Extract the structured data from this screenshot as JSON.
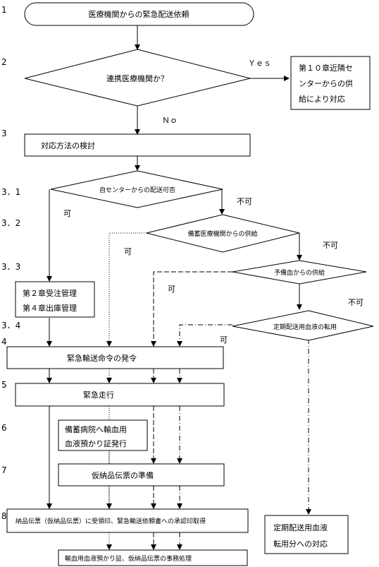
{
  "steps": [
    "1",
    "2",
    "3",
    "3．1",
    "3．2",
    "3．3",
    "3．4",
    "4",
    "5",
    "6",
    "7",
    "8"
  ],
  "nodes": {
    "start": "医療機関からの緊急配送依頼",
    "q_partner": "連携医療機関か？",
    "ch10": [
      "第１０章近隣セ",
      "ンターからの供",
      "給により対応"
    ],
    "study": "対応方法の検討",
    "q_own": "自センターからの配送可否",
    "q_reserve_hosp": "備蓄医療機関からの供給",
    "q_spare": "予備血からの供給",
    "q_regular": "定期配送用血液の転用",
    "ch2_4": [
      "第２章受注管理",
      "第４章出庫管理"
    ],
    "order": "緊急輸送命令の発令",
    "run": "緊急走行",
    "reserve_issue": [
      "備蓄病院へ輸血用",
      "血液預かり証発行"
    ],
    "temp_slip": "仮納品伝票の準備",
    "receipt": "納品伝票（仮納品伝票）に受領印、緊急輸送依頼書への承認印取得",
    "regular_handle": [
      "定期配送用血液",
      "転用分への対応"
    ],
    "final": "輸血用血液預かり証、仮納品伝票の事務処理"
  },
  "labels": {
    "yes": "Ｙｅｓ",
    "no": "Ｎｏ",
    "ok_own": "可",
    "ng_own": "不可",
    "ok_reserve": "可",
    "ng_reserve": "不可",
    "ok_spare": "可",
    "ng_spare": "不可",
    "ok_regular": "可"
  }
}
